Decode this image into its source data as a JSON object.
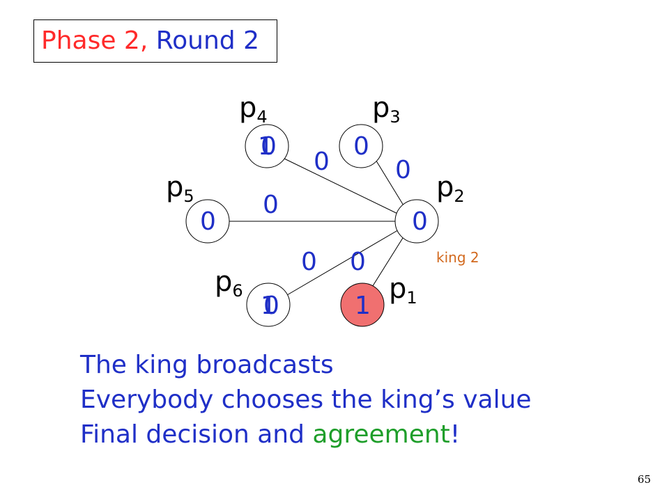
{
  "title": {
    "part1": "Phase 2,",
    "part2": "Round 2"
  },
  "nodes": {
    "p1": {
      "label": "p",
      "sub": "1",
      "value": "1"
    },
    "p2": {
      "label": "p",
      "sub": "2",
      "value": "0"
    },
    "p3": {
      "label": "p",
      "sub": "3",
      "value": "0"
    },
    "p4": {
      "label": "p",
      "sub": "4",
      "value_old": "1",
      "value_new": "0"
    },
    "p5": {
      "label": "p",
      "sub": "5",
      "value": "0"
    },
    "p6": {
      "label": "p",
      "sub": "6",
      "value_old": "1",
      "value_new": "0"
    }
  },
  "edge_values": {
    "p4": "0",
    "p3": "0",
    "p5": "0",
    "p6": "0",
    "p1": "0"
  },
  "king_label": "king 2",
  "bullets": {
    "line1": "The king broadcasts",
    "line2": "Everybody chooses the king’s value",
    "line3_part1": "Final decision and ",
    "line3_part2": "agreement",
    "line3_part3": "!"
  },
  "page_number": "65",
  "colors": {
    "text_blue": "#1f2fc7",
    "title_red": "#ff2a2a",
    "agreement_green": "#1e9e2a",
    "king_orange": "#d2691e",
    "king_node_fill": "#f07070"
  }
}
